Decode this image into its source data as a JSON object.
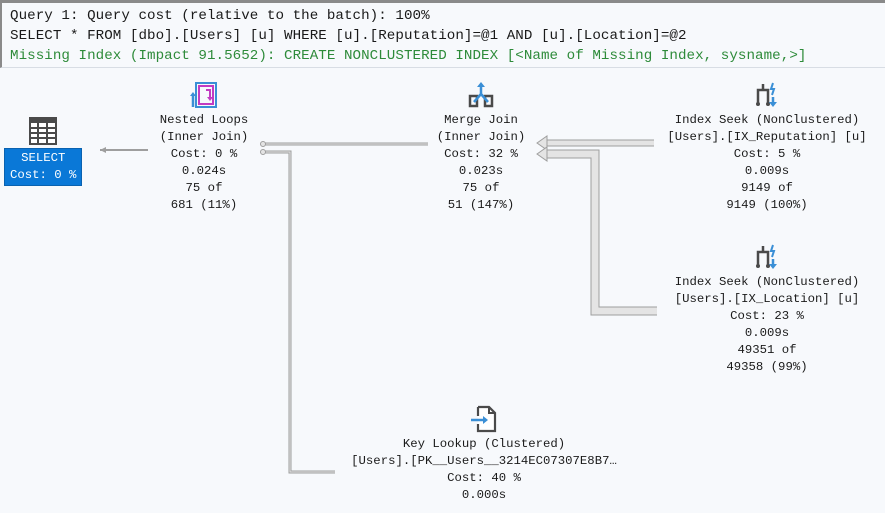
{
  "header": {
    "query_line": "Query 1: Query cost (relative to the batch): 100%",
    "sql_line": "SELECT * FROM [dbo].[Users] [u] WHERE [u].[Reputation]=@1 AND [u].[Location]=@2",
    "missing_index_line": "Missing Index (Impact 91.5652): CREATE NONCLUSTERED INDEX [<Name of Missing Index, sysname,>]"
  },
  "colors": {
    "select_highlight": "#0a78d7",
    "missing_index_text": "#2e8b3a",
    "arrow_fill": "#e4e4e4",
    "arrow_stroke": "#9e9e9e"
  },
  "nodes": {
    "select": {
      "icon": "result-grid-icon",
      "name": "SELECT",
      "cost": "Cost: 0 %"
    },
    "nested_loops": {
      "icon": "nested-loops-icon",
      "name": "Nested Loops",
      "subtitle": "(Inner Join)",
      "cost": "Cost: 0 %",
      "time": "0.024s",
      "actual": "75 of",
      "estimate": "681 (11%)"
    },
    "merge_join": {
      "icon": "merge-join-icon",
      "name": "Merge Join",
      "subtitle": "(Inner Join)",
      "cost": "Cost: 32 %",
      "time": "0.023s",
      "actual": "75 of",
      "estimate": "51 (147%)"
    },
    "index_seek_reputation": {
      "icon": "index-seek-icon",
      "name": "Index Seek (NonClustered)",
      "object": "[Users].[IX_Reputation] [u]",
      "cost": "Cost: 5 %",
      "time": "0.009s",
      "actual": "9149 of",
      "estimate": "9149 (100%)"
    },
    "index_seek_location": {
      "icon": "index-seek-icon",
      "name": "Index Seek (NonClustered)",
      "object": "[Users].[IX_Location] [u]",
      "cost": "Cost: 23 %",
      "time": "0.009s",
      "actual": "49351 of",
      "estimate": "49358 (99%)"
    },
    "key_lookup": {
      "icon": "key-lookup-icon",
      "name": "Key Lookup (Clustered)",
      "object": "[Users].[PK__Users__3214EC07307E8B7…",
      "cost": "Cost: 40 %",
      "time": "0.000s"
    }
  }
}
